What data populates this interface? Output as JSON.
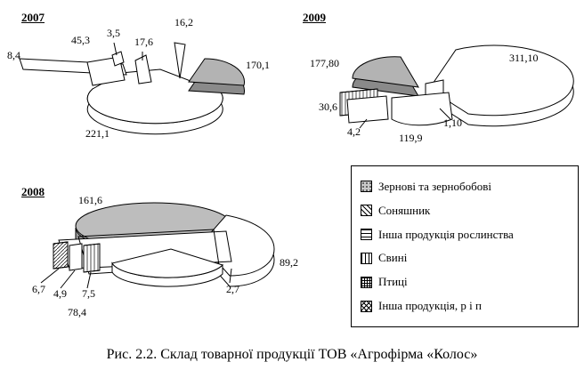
{
  "page": {
    "caption": "Рис. 2.2. Склад товарної продукції ТОВ «Агрофірма «Колос»"
  },
  "charts": [
    {
      "year": "2007",
      "labels": [
        "8,4",
        "45,3",
        "3,5",
        "17,6",
        "16,2",
        "170,1",
        "221,1"
      ]
    },
    {
      "year": "2008",
      "labels": [
        "161,6",
        "6,7",
        "4,9",
        "7,5",
        "78,4",
        "2,7",
        "89,2"
      ]
    },
    {
      "year": "2009",
      "labels": [
        "177,80",
        "30,6",
        "4,2",
        "119,9",
        "1,10",
        "311,10"
      ]
    }
  ],
  "legend": {
    "items": [
      "Зернові та зернобобові",
      "Соняшник",
      "Інша продукція рослинства",
      "Свині",
      "Птиці",
      "Інша продукція, р і п"
    ]
  },
  "colors": {
    "slice_gray_top": "#b3b3b3",
    "slice_gray_side": "#8a8a8a",
    "slice_white": "#ffffff",
    "stroke": "#000000"
  },
  "chart_data": [
    {
      "type": "pie",
      "title": "2007",
      "values": [
        8.4,
        45.3,
        3.5,
        17.6,
        16.2,
        170.1,
        221.1
      ],
      "labels_shown": [
        "8,4",
        "45,3",
        "3,5",
        "17,6",
        "16,2",
        "170,1",
        "221,1"
      ],
      "style": "3d-exploded-pie, monochrome"
    },
    {
      "type": "pie",
      "title": "2008",
      "values": [
        161.6,
        6.7,
        4.9,
        7.5,
        78.4,
        2.7,
        89.2
      ],
      "labels_shown": [
        "161,6",
        "6,7",
        "4,9",
        "7,5",
        "78,4",
        "2,7",
        "89,2"
      ],
      "style": "3d-exploded-pie, monochrome"
    },
    {
      "type": "pie",
      "title": "2009",
      "values": [
        177.8,
        30.6,
        4.2,
        119.9,
        1.1,
        311.1
      ],
      "labels_shown": [
        "177,80",
        "30,6",
        "4,2",
        "119,9",
        "1,10",
        "311,10"
      ],
      "style": "3d-exploded-pie, monochrome"
    }
  ],
  "legend_position": "right-bottom"
}
